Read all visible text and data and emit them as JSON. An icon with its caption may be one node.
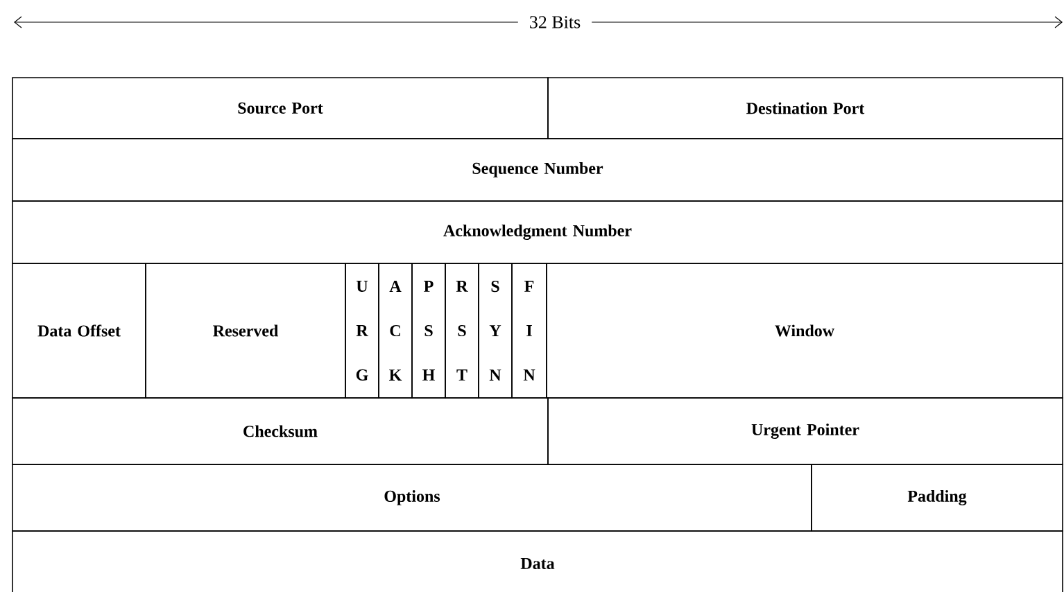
{
  "diagram": {
    "nodes": [
      {
        "text": [
          "Source Port"
        ]
      },
      {
        "text": [
          "Destination Port"
        ]
      },
      {
        "text": [
          "Sequence Number"
        ]
      },
      {
        "text": [
          "Acknowledgment Number"
        ]
      },
      {
        "text": [
          "Data Offset"
        ]
      },
      {
        "text": [
          "Reserved"
        ]
      },
      {
        "text": [
          "U R G"
        ]
      },
      {
        "text": [
          "A C K"
        ]
      },
      {
        "text": [
          "P S H"
        ]
      },
      {
        "text": [
          "R S T"
        ]
      },
      {
        "text": [
          "S Y N"
        ]
      },
      {
        "text": [
          "F I N"
        ]
      },
      {
        "text": [
          "Window"
        ]
      },
      {
        "text": [
          "Checksum"
        ]
      },
      {
        "text": [
          "Urgent Pointer"
        ]
      },
      {
        "text": [
          "Options"
        ]
      },
      {
        "text": [
          "Padding"
        ]
      },
      {
        "text": [
          "Data"
        ]
      }
    ],
    "labels": [
      "32 Bits"
    ]
  }
}
